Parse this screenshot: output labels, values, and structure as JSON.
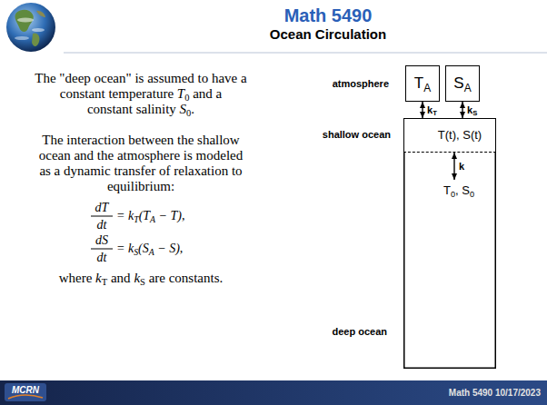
{
  "diagram": {
    "title": "Math 5490",
    "nodes": [
      {
        "text": [
          "TA"
        ]
      },
      {
        "text": [
          "SA"
        ]
      },
      {
        "text": [
          "T(t), S(t)"
        ]
      },
      {
        "text": [
          "T0, S0"
        ]
      }
    ],
    "edges": [
      {
        "from": 0,
        "to": 2,
        "label": "kT",
        "arrow": "both"
      },
      {
        "from": 1,
        "to": 2,
        "label": "kS",
        "arrow": "both"
      },
      {
        "from": 2,
        "to": 3,
        "label": "k",
        "arrow": "both"
      }
    ],
    "labels": [
      "Ocean Circulation",
      "The \"deep ocean\" is assumed to have a constant temperature T0 and a constant salinity S0.",
      "The interaction between the shallow ocean and the atmosphere is modeled as a dynamic transfer of relaxation to equilibrium:",
      "dT",
      "dt",
      "= kT(TA − T),",
      "dS",
      "dt",
      "= kS(SA − S),",
      "where kT and kS are constants.",
      "atmosphere",
      "shallow ocean",
      "deep ocean",
      "MCRN",
      "Math 5490 10/17/2023"
    ]
  }
}
